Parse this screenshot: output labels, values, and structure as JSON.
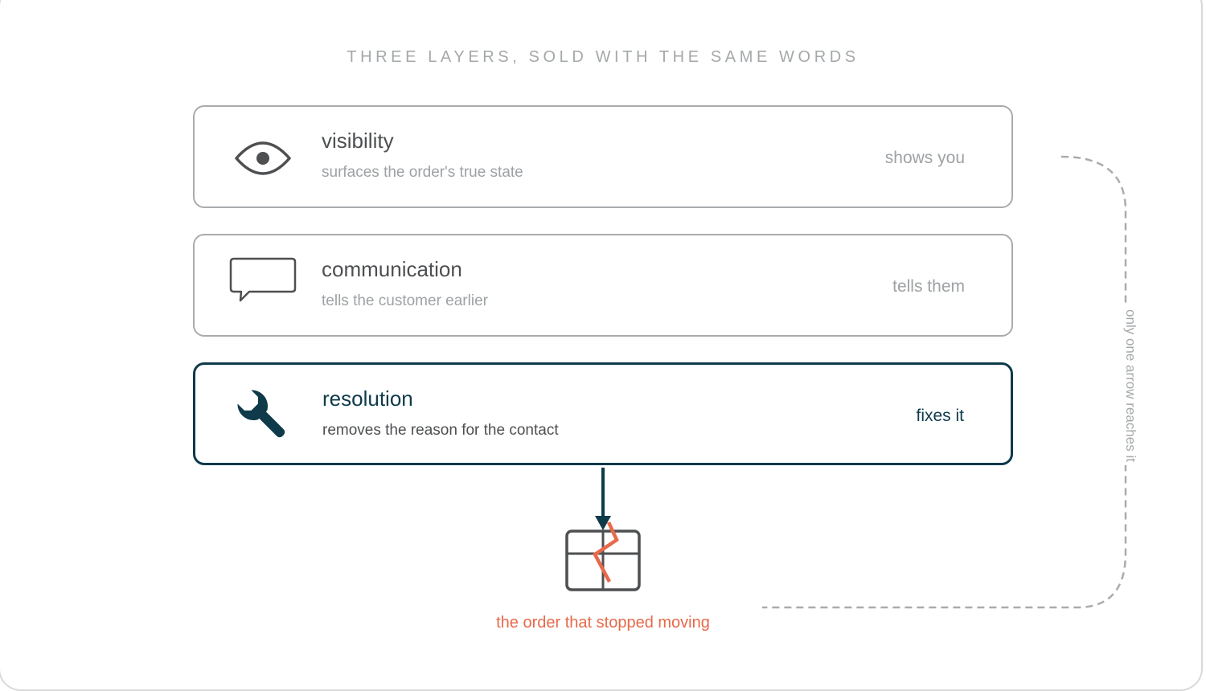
{
  "title": "THREE LAYERS, SOLD WITH THE SAME WORDS",
  "layers": [
    {
      "name": "visibility",
      "description": "surfaces the order's true state",
      "verb": "shows you",
      "icon": "eye-icon"
    },
    {
      "name": "communication",
      "description": "tells the customer earlier",
      "verb": "tells them",
      "icon": "speech-bubble-icon"
    },
    {
      "name": "resolution",
      "description": "removes the reason for the contact",
      "verb": "fixes it",
      "icon": "wrench-icon"
    }
  ],
  "target": {
    "label": "the order that stopped moving",
    "icon": "broken-package-icon"
  },
  "side_note": "only one arrow reaches it",
  "colors": {
    "accent": "#0e3a4a",
    "muted": "#a9acae",
    "alert": "#e8694a"
  }
}
